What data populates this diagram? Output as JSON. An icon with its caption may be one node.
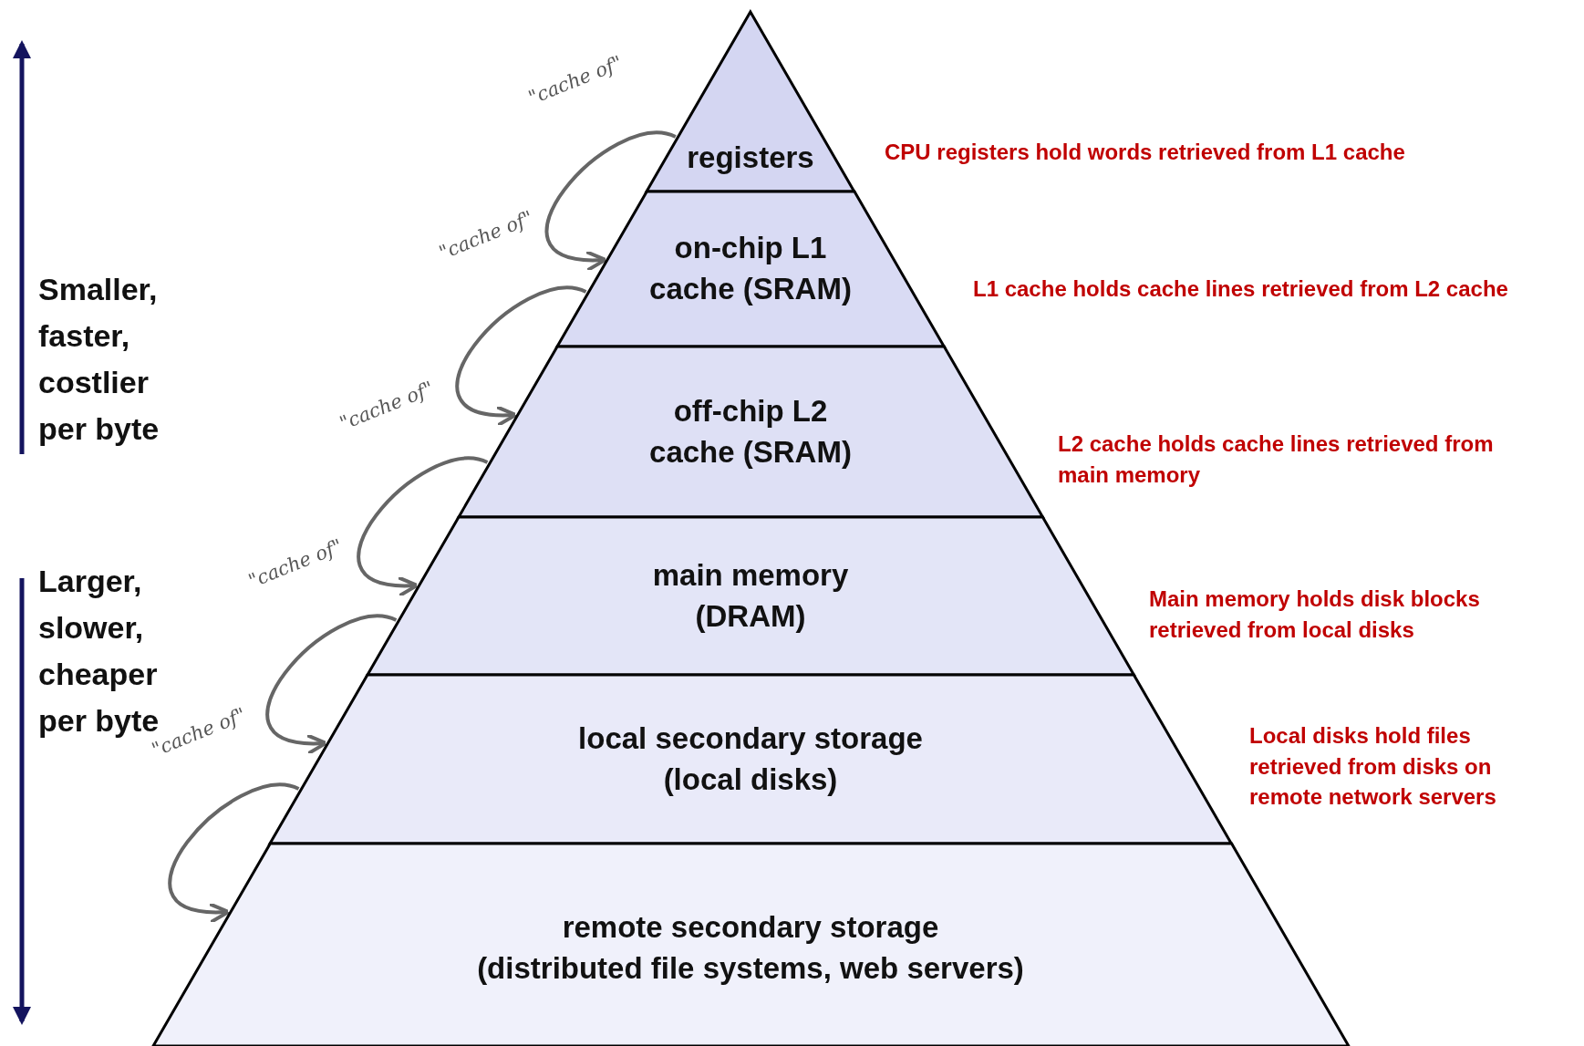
{
  "diagram": {
    "nodes": [
      {
        "text": [
          "registers"
        ],
        "beside": [
          "CPU registers hold words retrieved from L1 cache"
        ]
      },
      {
        "text": [
          "on-chip L1 cache (SRAM)"
        ],
        "beside": [
          "L1 cache holds cache lines retrieved from L2 cache"
        ]
      },
      {
        "text": [
          "off-chip L2 cache (SRAM)"
        ],
        "beside": [
          "L2 cache holds cache lines retrieved from main memory"
        ]
      },
      {
        "text": [
          "main memory",
          "(DRAM)"
        ],
        "beside": [
          "Main memory holds disk blocks retrieved from local disks"
        ]
      },
      {
        "text": [
          "local secondary storage",
          "(local disks)"
        ],
        "beside": [
          "Local disks hold files retrieved from disks on remote network servers"
        ]
      },
      {
        "text": [
          "remote secondary storage",
          "(distributed file systems, web servers)"
        ]
      }
    ],
    "edges": [
      {
        "from": 0,
        "to": 1,
        "arrow": "to",
        "label": "\"cache of\""
      },
      {
        "from": 1,
        "to": 2,
        "arrow": "to",
        "label": "\"cache of\""
      },
      {
        "from": 2,
        "to": 3,
        "arrow": "to",
        "label": "\"cache of\""
      },
      {
        "from": 3,
        "to": 4,
        "arrow": "to",
        "label": "\"cache of\""
      },
      {
        "from": 4,
        "to": 5,
        "arrow": "to",
        "label": "\"cache of\""
      }
    ],
    "labels": [
      "Smaller, faster, costlier per byte",
      "Larger, slower, cheaper per byte"
    ]
  }
}
